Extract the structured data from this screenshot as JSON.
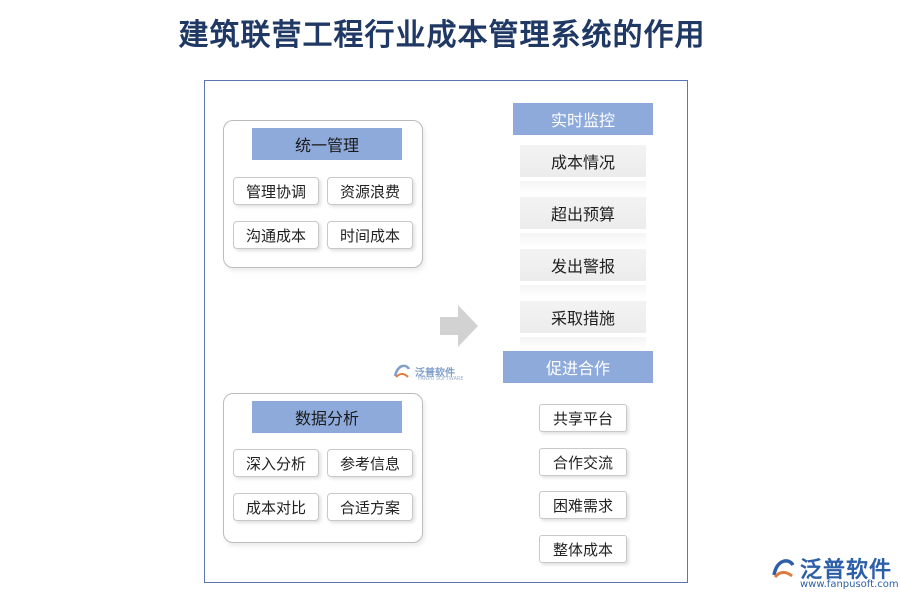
{
  "title": "建筑联营工程行业成本管理系统的作用",
  "unified": {
    "heading": "统一管理",
    "items": [
      "管理协调",
      "资源浪费",
      "沟通成本",
      "时间成本"
    ]
  },
  "analysis": {
    "heading": "数据分析",
    "items": [
      "深入分析",
      "参考信息",
      "成本对比",
      "合适方案"
    ]
  },
  "monitoring": {
    "heading": "实时监控",
    "items": [
      "成本情况",
      "超出预算",
      "发出警报",
      "采取措施"
    ]
  },
  "cooperation": {
    "heading": "促进合作",
    "items": [
      "共享平台",
      "合作交流",
      "困难需求",
      "整体成本"
    ]
  },
  "watermark": {
    "name": "泛普软件",
    "sub": "FANPU SOFTWARE"
  },
  "brand": {
    "name": "泛普软件",
    "url": "www.fanpusoft.com"
  },
  "icons": [
    "arrow-right-icon",
    "fanpu-logo-icon"
  ],
  "colors": {
    "title": "#1f3864",
    "header_fill": "#8eaadb",
    "frame_border": "#5a74b5",
    "brand": "#2d5fa8"
  }
}
